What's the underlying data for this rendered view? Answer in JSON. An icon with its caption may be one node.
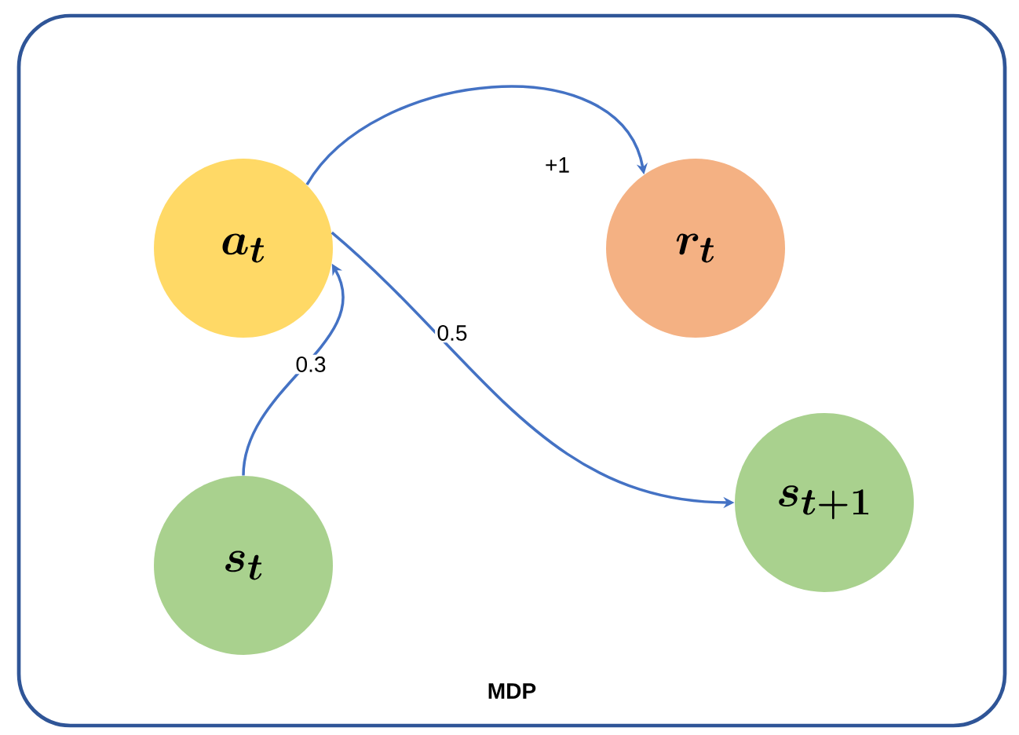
{
  "diagram": {
    "nodes": [
      {
        "text": [
          "MDP"
        ]
      },
      {
        "text": [
          "a_t"
        ],
        "in": 0
      },
      {
        "text": [
          "r_t"
        ],
        "in": 0
      },
      {
        "text": [
          "s_t"
        ],
        "in": 0
      },
      {
        "text": [
          "s_{t+1}"
        ],
        "in": 0
      }
    ],
    "edges": [
      {
        "from": 3,
        "to": 1,
        "arrow": "to",
        "label": "0.3"
      },
      {
        "from": 1,
        "to": 2,
        "arrow": "to",
        "label": "+1"
      },
      {
        "from": 1,
        "to": 4,
        "arrow": "to",
        "label": "0.5"
      }
    ]
  }
}
